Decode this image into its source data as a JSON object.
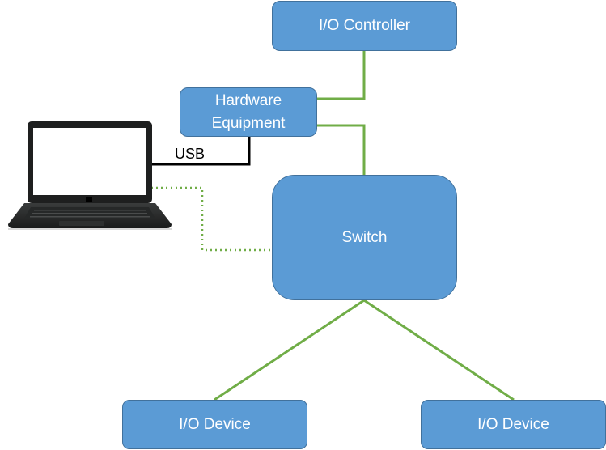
{
  "nodes": {
    "io_controller": "I/O Controller",
    "hardware_equipment": "Hardware\nEquipment",
    "switch": "Switch",
    "io_device_left": "I/O Device",
    "io_device_right": "I/O Device"
  },
  "connections": {
    "usb_label": "USB"
  },
  "colors": {
    "node_fill": "#5b9bd5",
    "node_border": "#41719c",
    "link_green": "#70ad47",
    "usb_link": "#000000"
  }
}
